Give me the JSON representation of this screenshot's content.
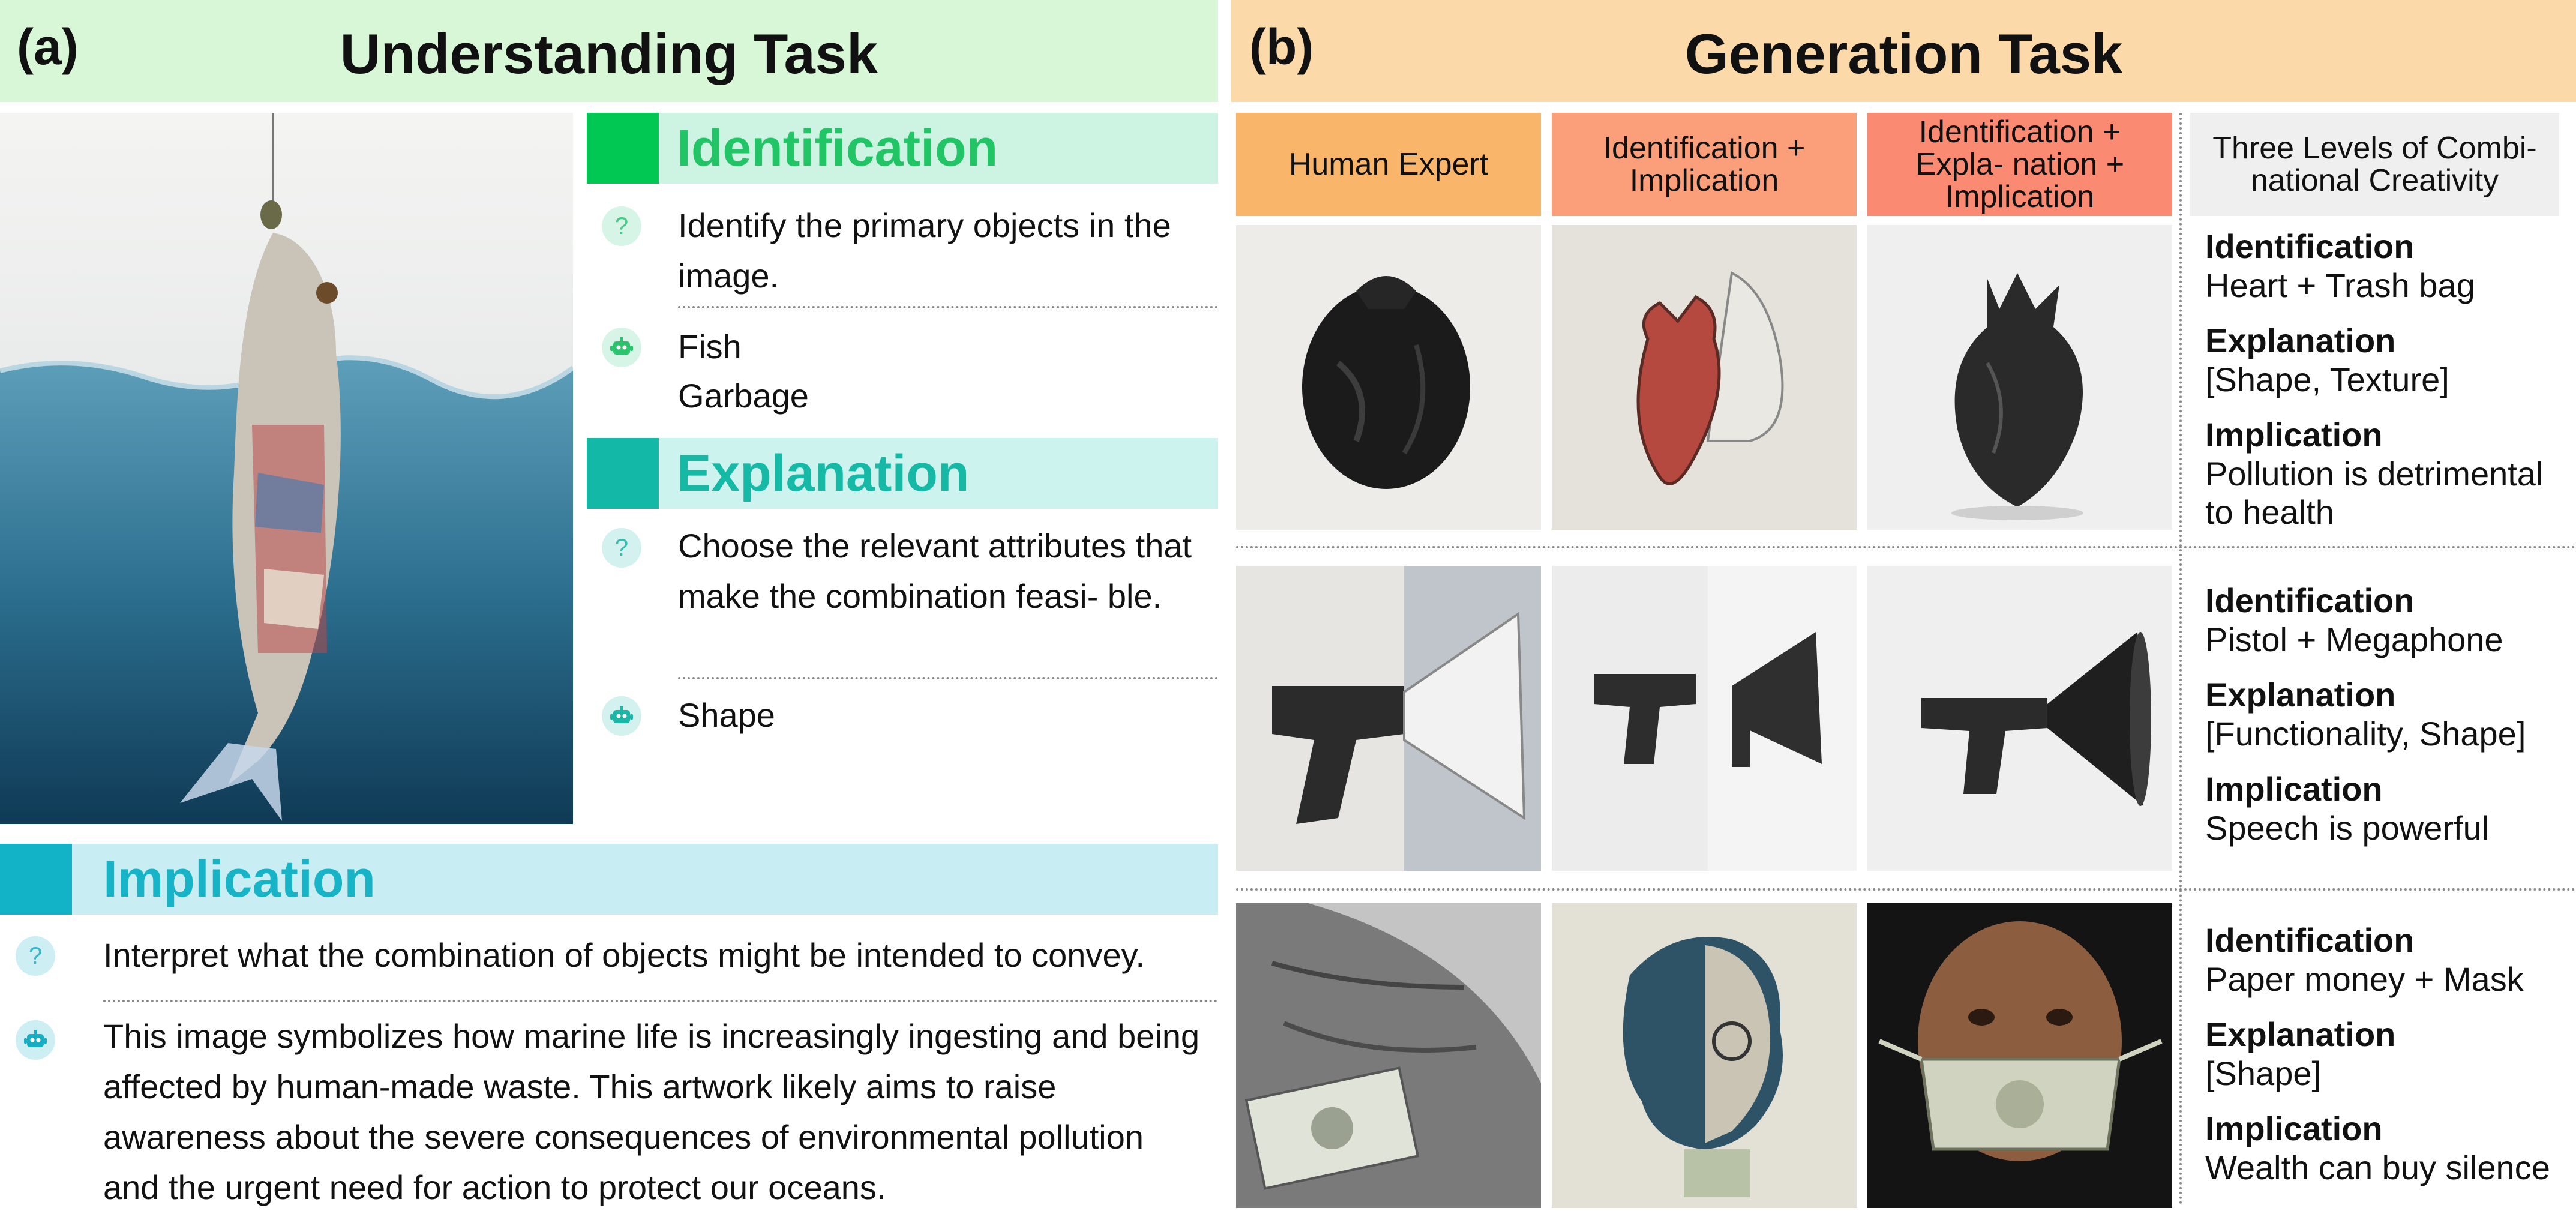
{
  "colors": {
    "understanding_header": "#d8f7d7",
    "generation_header": "#fbd9a9",
    "identification_accent": "#00c853",
    "identification_band": "#cdf3e2",
    "identification_text": "#21c566",
    "explanation_accent": "#13b8a7",
    "explanation_band": "#cdf3ef",
    "explanation_text": "#16b9a6",
    "implication_accent": "#12b3c6",
    "implication_band": "#c8eef3",
    "implication_text": "#17b3c6",
    "col_human": "#f9b56a",
    "col_id_imp": "#fa9f7a",
    "col_id_exp_imp": "#fb8a72",
    "col_levels": "#efefef"
  },
  "understanding": {
    "panel_letter": "(a)",
    "title": "Understanding Task",
    "identification": {
      "label": "Identification",
      "question": "Identify the primary objects in the image.",
      "answer_lines": [
        "Fish",
        "Garbage"
      ]
    },
    "explanation": {
      "label": "Explanation",
      "question": "Choose the relevant attributes that make the combination feasi- ble.",
      "answer": "Shape"
    },
    "implication": {
      "label": "Implication",
      "question": "Interpret what the combination of objects might be intended to convey.",
      "answer": "This image symbolizes how marine life is increasingly ingesting and being affected by human-made waste. This artwork likely aims to raise awareness about the severe consequences of environmental pollution and the urgent need for action to protect our oceans."
    }
  },
  "generation": {
    "panel_letter": "(b)",
    "title": "Generation Task",
    "columns": [
      "Human Expert",
      "Identification + Implication",
      "Identification + Expla- nation + Implication",
      "Three Levels of Combi- national Creativity"
    ],
    "rows": [
      {
        "identification_label": "Identification",
        "identification": "Heart + Trash bag",
        "explanation_label": "Explanation",
        "explanation": "[Shape, Texture]",
        "implication_label": "Implication",
        "implication": "Pollution is detrimental to health"
      },
      {
        "identification_label": "Identification",
        "identification": "Pistol + Megaphone",
        "explanation_label": "Explanation",
        "explanation": "[Functionality, Shape]",
        "implication_label": "Implication",
        "implication": "Speech is powerful"
      },
      {
        "identification_label": "Identification",
        "identification": "Paper money + Mask",
        "explanation_label": "Explanation",
        "explanation": "[Shape]",
        "implication_label": "Implication",
        "implication": "Wealth can buy silence"
      }
    ]
  }
}
